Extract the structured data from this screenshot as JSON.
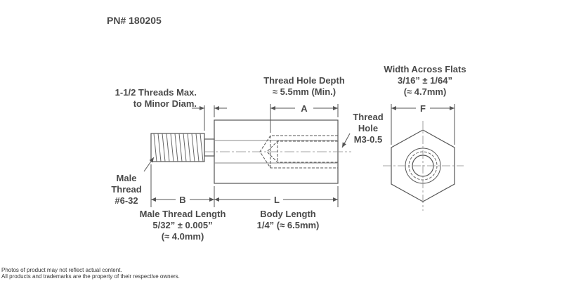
{
  "part_number": "PN# 180205",
  "labels": {
    "threads_max": [
      "1-1/2 Threads Max.",
      "to Minor Diam."
    ],
    "thread_hole_depth": [
      "Thread Hole Depth",
      "≈ 5.5mm (Min.)"
    ],
    "width_across_flats": [
      "Width Across Flats",
      "3/16” ± 1/64”",
      "(≈ 4.7mm)"
    ],
    "thread_hole": [
      "Thread",
      "Hole",
      "M3-0.5"
    ],
    "male_thread": [
      "Male",
      "Thread",
      "#6-32"
    ],
    "male_thread_length": [
      "Male Thread Length",
      "5/32” ± 0.005”",
      "(≈ 4.0mm)"
    ],
    "body_length": [
      "Body Length",
      "1/4” (≈ 6.5mm)"
    ]
  },
  "dims": {
    "a": "A",
    "b": "B",
    "l": "L",
    "f": "F"
  },
  "disclaimer": [
    "Photos of product may not reflect actual content.",
    "All products and trademarks are the property of their respective owners."
  ]
}
